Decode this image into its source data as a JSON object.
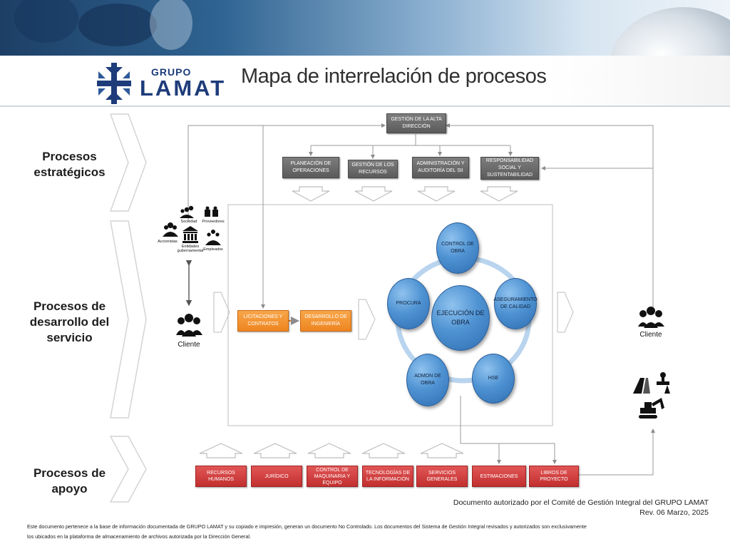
{
  "header": {
    "logo_top": "GRUPO",
    "logo_main": "LAMAT",
    "title": "Mapa de interrelación de procesos"
  },
  "process_labels": {
    "strategic": "Procesos estratégicos",
    "development": "Procesos de desarrollo del servicio",
    "support": "Procesos de apoyo"
  },
  "strategic": {
    "top": "GESTIÓN DE LA ALTA DIRECCIÓN",
    "items": [
      "PLANEACIÓN DE OPERACIONES",
      "GESTIÓN DE LOS RECURSOS",
      "ADMINISTRACIÓN Y AUDITORÍA DEL SII",
      "RESPONSABILIDAD SOCIAL Y SUSTENTABILIDAD"
    ]
  },
  "stakeholders": {
    "sociedad": "Sociedad",
    "proveedores": "Proveedores",
    "accionistas": "Accionistas",
    "entidades": "Entidades gubernamental",
    "empleados": "Empleados"
  },
  "development": {
    "client_left": "Cliente",
    "client_right": "Cliente",
    "steps": [
      "LICITACIONES Y CONTRATOS",
      "DESARROLLO DE INGENIERÍA"
    ],
    "center": "EJECUCIÓN DE OBRA",
    "cycle": [
      "CONTROL DE OBRA",
      "ASEGURAMIENTO DE CALIDAD",
      "HSE",
      "ADMON DE OBRA",
      "PROCURA"
    ]
  },
  "support": {
    "items": [
      "RECURSOS HUMANOS",
      "JURÍDICO",
      "CONTROL DE MAQUINARIA Y EQUIPO",
      "TECNOLOGÍAS DE LA INFORMACIÓN",
      "SERVICIOS GENERALES",
      "ESTIMACIONES",
      "LIBROS DE PROYECTO"
    ]
  },
  "footer": {
    "authorized": "Documento autorizado por el Comité de Gestión Integral del GRUPO LAMAT",
    "revision": "Rev. 06 Marzo, 2025",
    "note_line1": "Este documento pertenece a la base de información documentada de GRUPO LAMAT y su copiado e impresión, generan un documento No Controlado. Los documentos del Sistema de Gestión Integral revisados y autorizados son exclusivamente",
    "note_line2": "los ubicados en la plataforma de almacenamiento de archivos autorizada por la Dirección General."
  },
  "colors": {
    "strategic_box": "#6b6b6b",
    "development_box": "#f0912e",
    "support_box": "#d43f3f",
    "circle": "#4f93d3",
    "brand": "#1e3c7a"
  }
}
